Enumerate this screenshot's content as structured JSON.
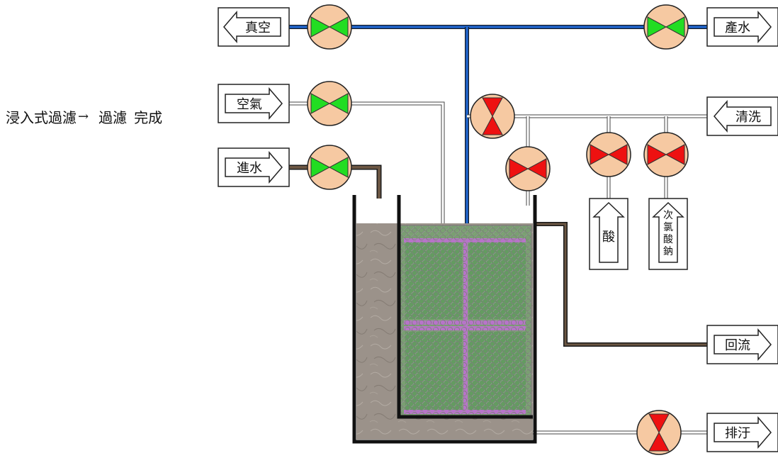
{
  "status": {
    "process": "浸入式過濾",
    "arrow": "→",
    "stage": "過濾",
    "state": "完成"
  },
  "labels": {
    "vacuum": "真空",
    "product": "產水",
    "air": "空氣",
    "clean": "清洗",
    "feed": "進水",
    "acid": "酸",
    "hypo": [
      "次",
      "氯",
      "酸",
      "鈉"
    ],
    "return": "回流",
    "drain": "排汙"
  },
  "colors": {
    "valve_open": "#22dd22",
    "valve_closed": "#ee1111",
    "valve_body": "#f6c9a2",
    "vacuum_pipe": "#1f5fbf",
    "waste_pipe": "#4a3a2c",
    "tank_water": "#9b928a",
    "membrane_fill": "#6fa36a",
    "membrane_frame": "#b774c9"
  },
  "valves": {
    "vacuum": "open",
    "product": "open",
    "air": "open",
    "feed": "open",
    "clean_main": "closed",
    "clean_branch": "closed",
    "acid": "closed",
    "hypo": "closed",
    "drain": "closed"
  }
}
